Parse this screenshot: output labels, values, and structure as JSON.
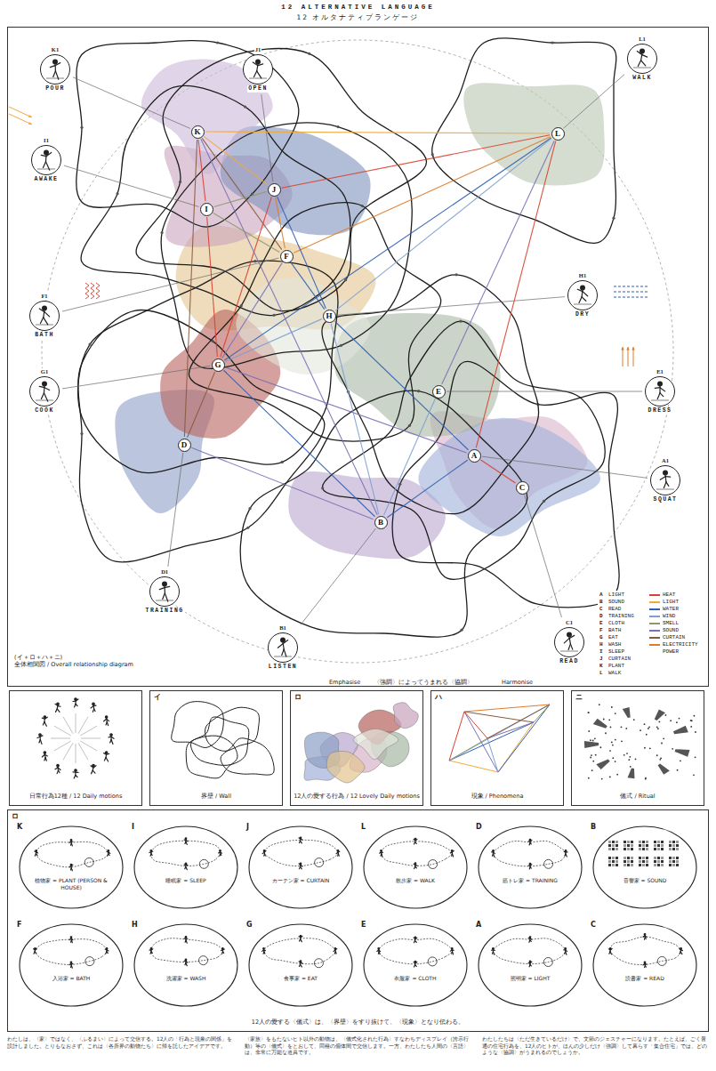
{
  "diagram": {
    "title": "12 ALTERNATIVE LANGUAGE",
    "nodes": [
      {
        "text": [
          "(イ＋ロ＋ハ＋ニ)",
          "全体相関図 / Overall relationship diagram"
        ]
      },
      {
        "text": [
          "A"
        ],
        "in": 0
      },
      {
        "text": [
          "B"
        ],
        "in": 0
      },
      {
        "text": [
          "C"
        ],
        "in": 0
      },
      {
        "text": [
          "D"
        ],
        "in": 0
      },
      {
        "text": [
          "E"
        ],
        "in": 0
      },
      {
        "text": [
          "F"
        ],
        "in": 0
      },
      {
        "text": [
          "G"
        ],
        "in": 0
      },
      {
        "text": [
          "H"
        ],
        "in": 0
      },
      {
        "text": [
          "I"
        ],
        "in": 0
      },
      {
        "text": [
          "J"
        ],
        "in": 0
      },
      {
        "text": [
          "K"
        ],
        "in": 0
      },
      {
        "text": [
          "L"
        ],
        "in": 0
      },
      {
        "text": [
          "K1",
          "POUR"
        ],
        "in": 0
      },
      {
        "text": [
          "I1",
          "AWAKE"
        ],
        "in": 0
      },
      {
        "text": [
          "J1",
          "OPEN"
        ],
        "in": 0
      },
      {
        "text": [
          "L1",
          "WALK"
        ],
        "in": 0
      },
      {
        "text": [
          "H1",
          "DRY"
        ],
        "in": 0
      },
      {
        "text": [
          "E1",
          "DRESS"
        ],
        "in": 0
      },
      {
        "text": [
          "A1",
          "SQUAT"
        ],
        "in": 0
      },
      {
        "text": [
          "C1",
          "READ"
        ],
        "in": 0
      },
      {
        "text": [
          "B1",
          "LISTEN"
        ],
        "in": 0
      },
      {
        "text": [
          "D1",
          "TRAINING"
        ],
        "in": 0
      },
      {
        "text": [
          "G1",
          "COOK"
        ],
        "in": 0
      },
      {
        "text": [
          "F1",
          "BATH"
        ],
        "in": 0
      },
      {
        "text": [
          "日常行為12種 / 12 Daily motions"
        ]
      },
      {
        "text": [
          "イ",
          "界壁 / Wall"
        ]
      },
      {
        "text": [
          "ロ",
          "12人の愛する行為 / 12 Lovely Daily motions"
        ]
      },
      {
        "text": [
          "ハ",
          "現象 / Phenomena"
        ]
      },
      {
        "text": [
          "ニ",
          "儀式 / Ritual"
        ]
      },
      {
        "text": [
          "ロ",
          "12人の愛する〈儀式〉は、〈界壁〉をすり抜けて、〈現象〉となり伝わる。"
        ]
      },
      {
        "text": [
          "K",
          "植物家 = PLANT (PERSON & HOUSE)"
        ],
        "in": 30
      },
      {
        "text": [
          "I",
          "睡眠家 = SLEEP"
        ],
        "in": 30
      },
      {
        "text": [
          "J",
          "カーテン家 = CURTAIN"
        ],
        "in": 30
      },
      {
        "text": [
          "L",
          "散歩家 = WALK"
        ],
        "in": 30
      },
      {
        "text": [
          "D",
          "筋トレ家 = TRAINING"
        ],
        "in": 30
      },
      {
        "text": [
          "B",
          "音響家 = SOUND"
        ],
        "in": 30
      },
      {
        "text": [
          "F",
          "入浴家 = BATH"
        ],
        "in": 30
      },
      {
        "text": [
          "H",
          "洗濯家 = WASH"
        ],
        "in": 30
      },
      {
        "text": [
          "G",
          "食事家 = EAT"
        ],
        "in": 30
      },
      {
        "text": [
          "E",
          "衣服家 = CLOTH"
        ],
        "in": 30
      },
      {
        "text": [
          "A",
          "照明家 = LIGHT"
        ],
        "in": 30
      },
      {
        "text": [
          "C",
          "読書家 = READ"
        ],
        "in": 30
      }
    ],
    "edges": [
      {
        "from": 13,
        "to": 11,
        "arrow": "none"
      },
      {
        "from": 14,
        "to": 9,
        "arrow": "none"
      },
      {
        "from": 15,
        "to": 10,
        "arrow": "none"
      },
      {
        "from": 16,
        "to": 12,
        "arrow": "none"
      },
      {
        "from": 17,
        "to": 8,
        "arrow": "none"
      },
      {
        "from": 18,
        "to": 5,
        "arrow": "none"
      },
      {
        "from": 19,
        "to": 1,
        "arrow": "none"
      },
      {
        "from": 20,
        "to": 3,
        "arrow": "none"
      },
      {
        "from": 21,
        "to": 2,
        "arrow": "none"
      },
      {
        "from": 22,
        "to": 4,
        "arrow": "none"
      },
      {
        "from": 23,
        "to": 7,
        "arrow": "none"
      },
      {
        "from": 24,
        "to": 6,
        "arrow": "none"
      },
      {
        "from": 12,
        "to": 11,
        "arrow": "none"
      },
      {
        "from": 12,
        "to": 10,
        "arrow": "none"
      },
      {
        "from": 12,
        "to": 6,
        "arrow": "none"
      },
      {
        "from": 12,
        "to": 7,
        "arrow": "none"
      },
      {
        "from": 12,
        "to": 8,
        "arrow": "none"
      },
      {
        "from": 12,
        "to": 5,
        "arrow": "none"
      },
      {
        "from": 12,
        "to": 1,
        "arrow": "none"
      },
      {
        "from": 11,
        "to": 10,
        "arrow": "none"
      },
      {
        "from": 11,
        "to": 9,
        "arrow": "none"
      },
      {
        "from": 11,
        "to": 6,
        "arrow": "none"
      },
      {
        "from": 11,
        "to": 4,
        "arrow": "none"
      },
      {
        "from": 11,
        "to": 2,
        "arrow": "none"
      },
      {
        "from": 10,
        "to": 9,
        "arrow": "none"
      },
      {
        "from": 10,
        "to": 6,
        "arrow": "none"
      },
      {
        "from": 10,
        "to": 7,
        "arrow": "none"
      },
      {
        "from": 10,
        "to": 8,
        "arrow": "none"
      },
      {
        "from": 9,
        "to": 6,
        "arrow": "none"
      },
      {
        "from": 9,
        "to": 7,
        "arrow": "none"
      },
      {
        "from": 6,
        "to": 8,
        "arrow": "none"
      },
      {
        "from": 6,
        "to": 7,
        "arrow": "none"
      },
      {
        "from": 7,
        "to": 8,
        "arrow": "none"
      },
      {
        "from": 7,
        "to": 2,
        "arrow": "none"
      },
      {
        "from": 7,
        "to": 1,
        "arrow": "none"
      },
      {
        "from": 7,
        "to": 4,
        "arrow": "none"
      },
      {
        "from": 8,
        "to": 2,
        "arrow": "none"
      },
      {
        "from": 8,
        "to": 1,
        "arrow": "none"
      },
      {
        "from": 4,
        "to": 2,
        "arrow": "none"
      },
      {
        "from": 5,
        "to": 2,
        "arrow": "none"
      },
      {
        "from": 2,
        "to": 1,
        "arrow": "none"
      },
      {
        "from": 1,
        "to": 3,
        "arrow": "none"
      }
    ],
    "labels": [
      "12 オルタナティブランゲージ",
      "Emphasise",
      "〈強調〉によってうまれる〈協調〉",
      "Harmonise",
      "A",
      "LIGHT",
      "B",
      "SOUND",
      "C",
      "READ",
      "D",
      "TRAINING",
      "E",
      "CLOTH",
      "F",
      "BATH",
      "G",
      "EAT",
      "H",
      "WASH",
      "I",
      "SLEEP",
      "J",
      "CURTAIN",
      "K",
      "PLANT",
      "L",
      "WALK",
      "わたしは、〈家〉ではなく、〈ふるまい〉によって交信する。12人の「行為と現象の関係」を設計しました。とりもなおさず、これは〈各所界の動物たち〉に帰を託したアイデアです。",
      "〈家族〉をもたないヒト以外の動物は、〈儀式化された行為〉すなわちディスプレイ（誇示行動）等の〈儀式〉をとおして、同種の個体間で交信します。一方、わたしたち人間の〈言語〉は、非常に万能な道具です。",
      "わたしたちは〈ただ生きているだけ〉で、文節のジェスチャーになります。たとえば、ごく普通の住宅行為を、12人のヒトが、ほんの少しだけ〈強調〉して暮らす「集合住宅」では、どのような〈協調〉がうまれるのでしょうか。"
    ],
    "legend": [
      {
        "text": "HEAT",
        "color": "#d8402f"
      },
      {
        "text": "LIGHT",
        "color": "#f2a93b"
      },
      {
        "text": "WATER",
        "color": "#2f5fb0"
      },
      {
        "text": "WIND",
        "color": "#7e9fcf"
      },
      {
        "text": "SMELL",
        "color": "#8a9a6a"
      },
      {
        "text": "SOUND",
        "color": "#7b6fb5"
      },
      {
        "text": "CURTAIN",
        "color": "#8a5a3c"
      },
      {
        "text": "ELECTRICITY POWER",
        "color": "#e07b2a"
      }
    ]
  }
}
